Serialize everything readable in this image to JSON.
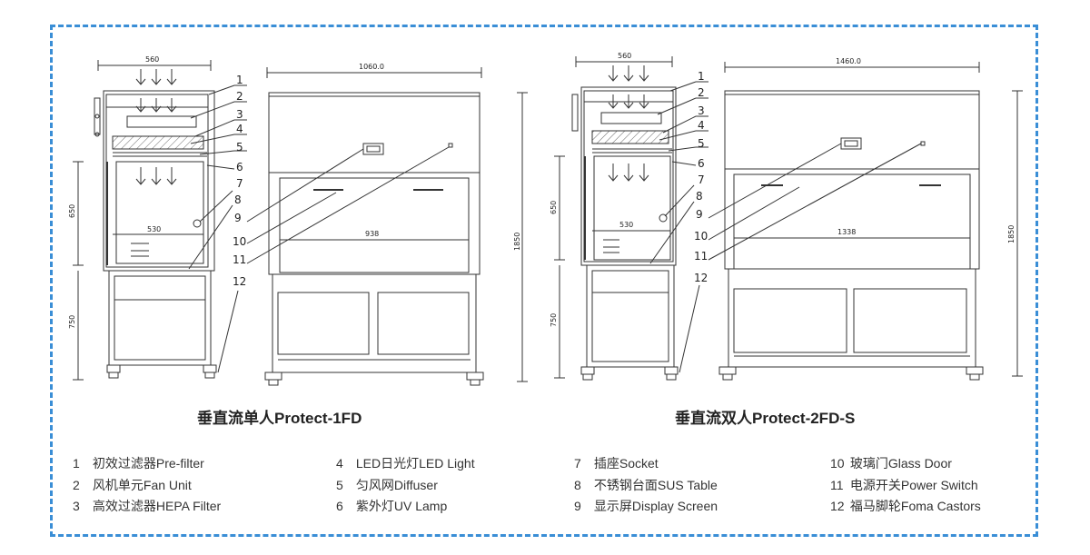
{
  "accent_color": "#3a8ed6",
  "left": {
    "title": "垂直流单人Protect-1FD",
    "side_width": "560",
    "inner_width": "530",
    "front_width": "1060.0",
    "opening_width": "938",
    "height_upper": "650",
    "height_lower": "750",
    "height_total": "1850"
  },
  "right": {
    "title": "垂直流双人Protect-2FD-S",
    "side_width": "560",
    "inner_width": "530",
    "front_width": "1460.0",
    "opening_width": "1338",
    "height_upper": "650",
    "height_lower": "750",
    "height_total": "1850"
  },
  "callouts": [
    "1",
    "2",
    "3",
    "4",
    "5",
    "6",
    "7",
    "8",
    "9",
    "10",
    "11",
    "12"
  ],
  "legend": [
    {
      "num": "1",
      "text": "初效过滤器Pre-filter"
    },
    {
      "num": "2",
      "text": "风机单元Fan Unit"
    },
    {
      "num": "3",
      "text": "高效过滤器HEPA Filter"
    },
    {
      "num": "4",
      "text": "LED日光灯LED Light"
    },
    {
      "num": "5",
      "text": "匀风网Diffuser"
    },
    {
      "num": "6",
      "text": "紫外灯UV Lamp"
    },
    {
      "num": "7",
      "text": "插座Socket"
    },
    {
      "num": "8",
      "text": "不锈钢台面SUS Table"
    },
    {
      "num": "9",
      "text": "显示屏Display Screen"
    },
    {
      "num": "10",
      "text": "玻璃门Glass Door"
    },
    {
      "num": "11",
      "text": "电源开关Power Switch"
    },
    {
      "num": "12",
      "text": "福马脚轮Foma Castors"
    }
  ]
}
